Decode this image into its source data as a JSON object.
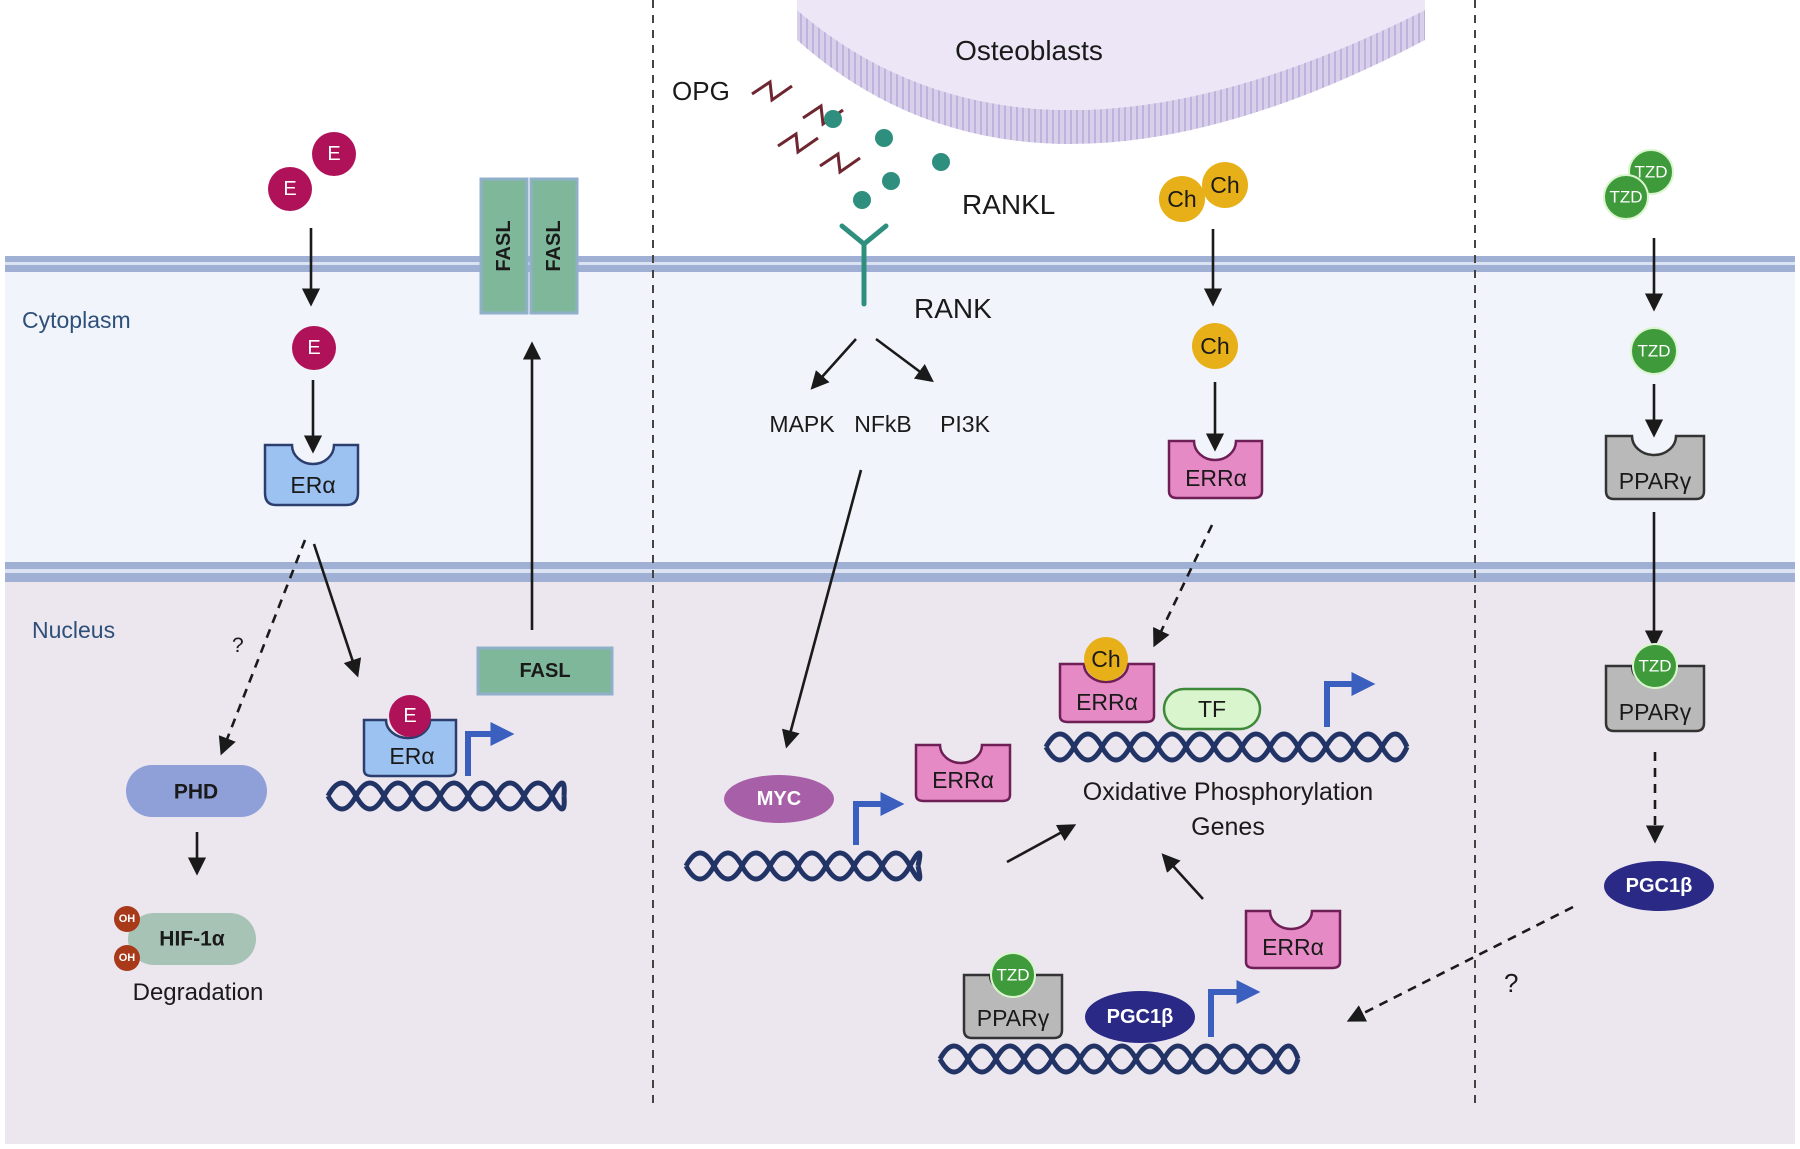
{
  "regions": {
    "cytoplasm": "Cytoplasm",
    "nucleus": "Nucleus",
    "osteoblasts": "Osteoblasts"
  },
  "ligands": {
    "estrogen": "E",
    "cholesterol": "Ch",
    "thiazolidinedione": "TZD",
    "opg": "OPG",
    "rankl": "RANKL",
    "rank": "RANK"
  },
  "receptors": {
    "er_alpha": "ERα",
    "err_alpha": "ERRα",
    "ppar_gamma": "PPARγ",
    "fasl": "FASL"
  },
  "pathways": {
    "mapk": "MAPK",
    "nfkb": "NFkB",
    "pi3k": "PI3K"
  },
  "factors": {
    "phd": "PHD",
    "hif": "HIF-1α",
    "oh": "OH",
    "degradation": "Degradation",
    "myc": "MYC",
    "tf": "TF",
    "pgc1b": "PGC1β",
    "oxphos_line1": "Oxidative Phosphorylation",
    "oxphos_line2": "Genes",
    "question": "?"
  },
  "colors": {
    "membrane": "#9fb0d4",
    "cytoplasm_bg": "#f1f5fb",
    "nucleus_bg": "#ece6ef",
    "estrogen": "#b0125a",
    "cholesterol": "#e8b018",
    "tzd": "#3e9a3a",
    "er_alpha": "#9cc2f2",
    "err_alpha": "#e68ac6",
    "ppar_gamma": "#b9b9b9",
    "fasl": "#7fb79b",
    "phd": "#8f9fd8",
    "hif": "#a7c3b6",
    "myc": "#a75fa8",
    "pgc1b": "#2a2a86",
    "tf": "#d9f5cd",
    "dna": "#223366",
    "promoter_arrow": "#3a5fbf",
    "rankl_dot": "#2f8f7f",
    "opg": "#6e2630",
    "oh": "#a83a1a"
  }
}
